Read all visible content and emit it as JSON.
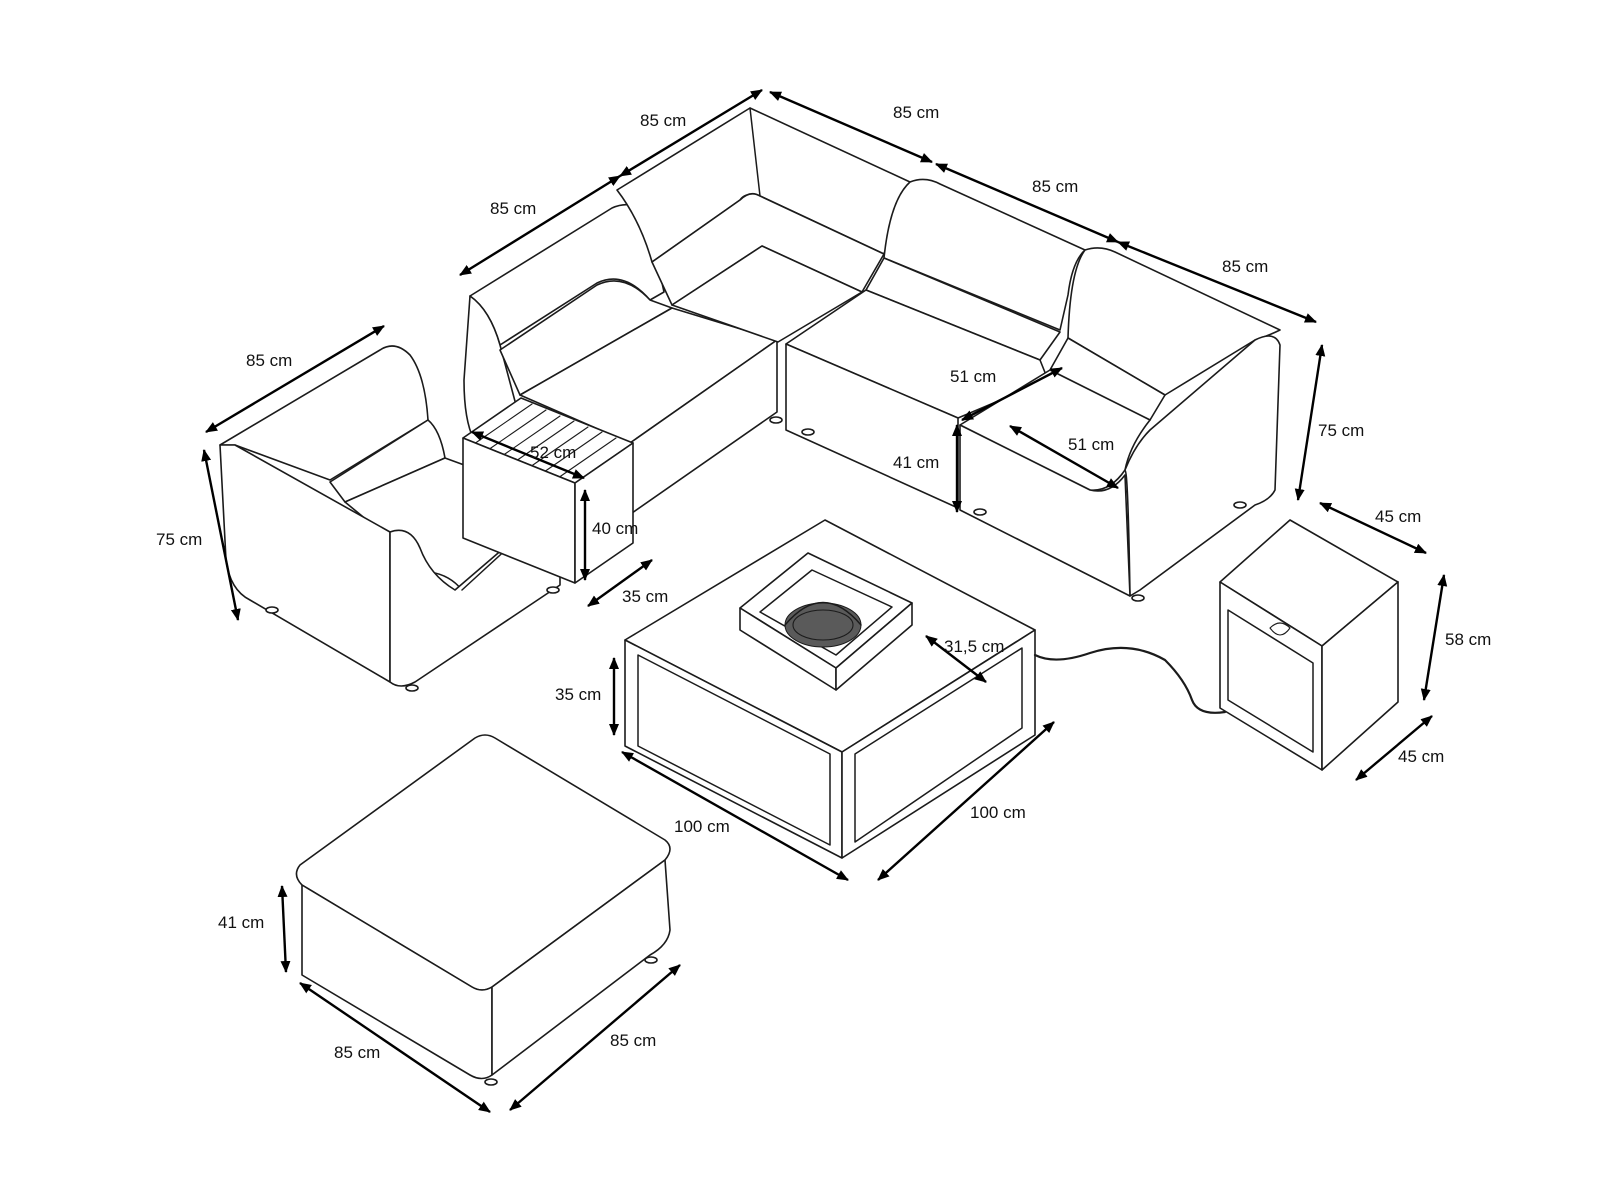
{
  "colors": {
    "line": "#1b1b1b",
    "dimension": "#000000",
    "background": "#ffffff"
  },
  "dimensions": [
    {
      "id": "sofa-top-left",
      "label": "85 cm"
    },
    {
      "id": "sofa-top-right",
      "label": "85 cm"
    },
    {
      "id": "sofa-left-back",
      "label": "85 cm"
    },
    {
      "id": "sofa-right-back-1",
      "label": "85 cm"
    },
    {
      "id": "sofa-right-back-2",
      "label": "85 cm"
    },
    {
      "id": "sofa-height",
      "label": "75 cm"
    },
    {
      "id": "seat-depth-left",
      "label": "51 cm"
    },
    {
      "id": "seat-depth-right",
      "label": "51 cm"
    },
    {
      "id": "seat-height",
      "label": "41 cm"
    },
    {
      "id": "armchair-width",
      "label": "85 cm"
    },
    {
      "id": "armchair-height",
      "label": "75 cm"
    },
    {
      "id": "side-table-length",
      "label": "52 cm"
    },
    {
      "id": "side-table-height",
      "label": "40 cm"
    },
    {
      "id": "side-table-width",
      "label": "35 cm"
    },
    {
      "id": "tank-box-width",
      "label": "45 cm"
    },
    {
      "id": "tank-box-height",
      "label": "58 cm"
    },
    {
      "id": "tank-box-depth",
      "label": "45 cm"
    },
    {
      "id": "fire-table-height",
      "label": "35 cm"
    },
    {
      "id": "burner-width",
      "label": "31,5 cm"
    },
    {
      "id": "fire-table-left",
      "label": "100 cm"
    },
    {
      "id": "fire-table-right",
      "label": "100 cm"
    },
    {
      "id": "ottoman-height",
      "label": "41 cm"
    },
    {
      "id": "ottoman-left",
      "label": "85 cm"
    },
    {
      "id": "ottoman-right",
      "label": "85 cm"
    }
  ]
}
